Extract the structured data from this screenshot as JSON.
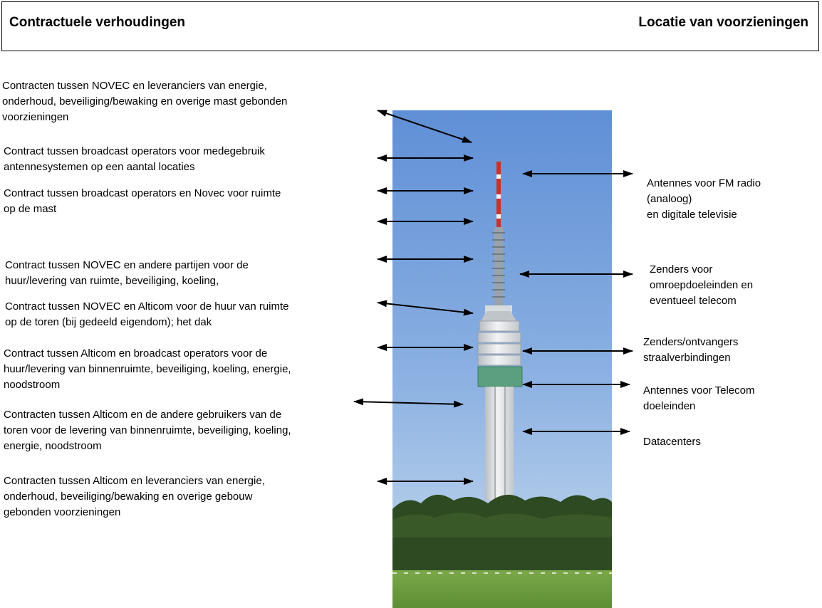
{
  "header": {
    "left_title": "Contractuele verhoudingen",
    "right_title": "Locatie van voorzieningen"
  },
  "left_labels": [
    [
      "Contracten tussen NOVEC en leveranciers van energie,",
      "onderhoud, beveiliging/bewaking en overige mast gebonden",
      "voorzieningen"
    ],
    [
      "Contract tussen broadcast operators voor medegebruik",
      "antennesystemen op een aantal locaties"
    ],
    [
      "Contract tussen broadcast operators en Novec voor ruimte",
      "op de mast"
    ],
    [
      "Contract tussen NOVEC en andere partijen voor de",
      "huur/levering van ruimte, beveiliging, koeling,"
    ],
    [
      "Contract tussen NOVEC en Alticom voor de huur van ruimte",
      "op de toren (bij gedeeld eigendom); het dak"
    ],
    [
      "Contract tussen Alticom en broadcast operators voor de",
      "huur/levering van binnenruimte, beveiliging, koeling, energie,",
      "noodstroom"
    ],
    [
      "Contracten tussen Alticom en de andere gebruikers van de",
      "toren voor de levering van binnenruimte, beveiliging, koeling,",
      "energie, noodstroom"
    ],
    [
      "Contracten tussen Alticom en leveranciers van energie,",
      "onderhoud, beveiliging/bewaking en overige gebouw",
      "gebonden voorzieningen"
    ]
  ],
  "right_labels": [
    [
      "Antennes voor FM radio",
      "(analoog)",
      "en digitale televisie"
    ],
    [
      "Zenders voor",
      "omroepdoeleinden en",
      "eventueel telecom"
    ],
    [
      "Zenders/ontvangers",
      "straalverbindingen"
    ],
    [
      "Antennes voor Telecom",
      "doeleinden"
    ],
    [
      "Datacenters"
    ]
  ],
  "colors": {
    "sky_top": "#5f8fd6",
    "sky_bottom": "#c9dcef",
    "tower": "#e4e6e8",
    "tower_ring": "#5aa07e",
    "mast_red": "#c8322a",
    "trees": "#2e4a22",
    "grass": "#6f9e3f"
  }
}
